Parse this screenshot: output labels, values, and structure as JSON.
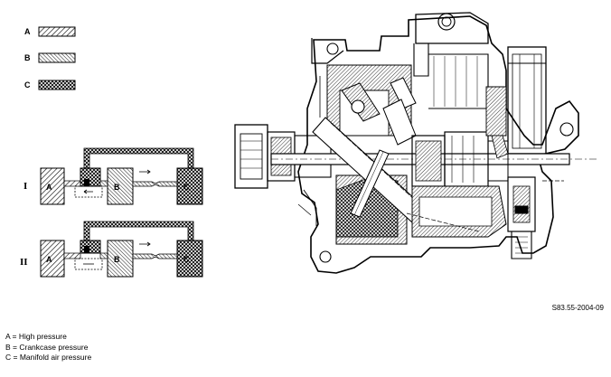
{
  "key": {
    "a": "A",
    "b": "B",
    "c": "C"
  },
  "states": {
    "one": "I",
    "two": "II"
  },
  "chambers": {
    "a": "A",
    "b": "B",
    "c": "C"
  },
  "reference": "S83.55-2004-09",
  "legend": [
    "A = High pressure",
    "B = Crankcase pressure",
    "C = Manifold air pressure"
  ]
}
